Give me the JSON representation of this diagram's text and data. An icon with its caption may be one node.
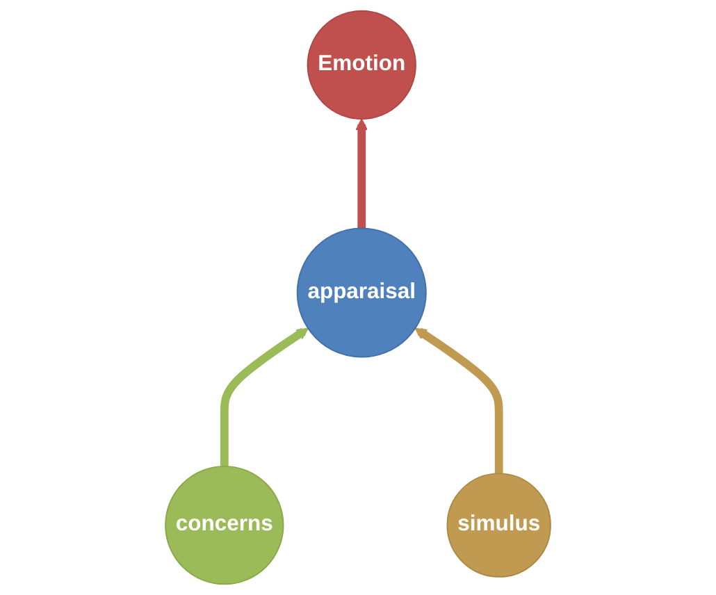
{
  "diagram": {
    "nodes": [
      {
        "text": [
          "Emotion"
        ]
      },
      {
        "text": [
          "apparaisal"
        ]
      },
      {
        "text": [
          "concerns"
        ]
      },
      {
        "text": [
          "simulus"
        ]
      }
    ],
    "edges": [
      {
        "from": 1,
        "to": 0,
        "arrow": "to",
        "color": "#c0504d"
      },
      {
        "from": 2,
        "to": 1,
        "arrow": "to",
        "color": "#9bbb59"
      },
      {
        "from": 3,
        "to": 1,
        "arrow": "to",
        "color": "#c09a50"
      }
    ]
  }
}
